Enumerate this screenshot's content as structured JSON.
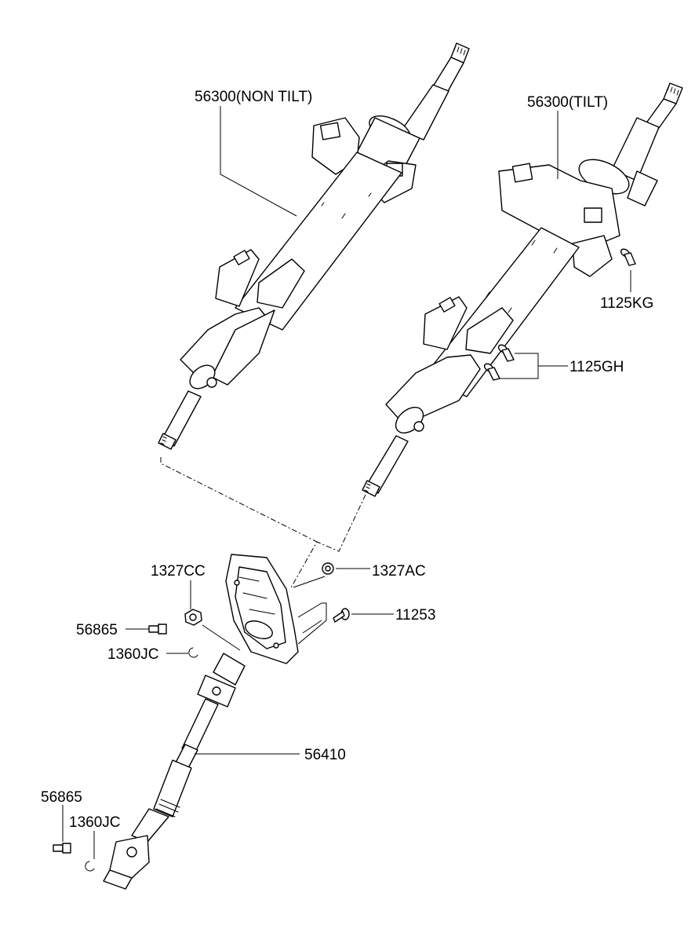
{
  "callouts": {
    "c_56300_non_tilt": "56300(NON TILT)",
    "c_56300_tilt": "56300(TILT)",
    "c_1125kg": "1125KG",
    "c_1125gh": "1125GH",
    "c_1327cc": "1327CC",
    "c_1327ac": "1327AC",
    "c_56865_a": "56865",
    "c_11253": "11253",
    "c_1360jc_a": "1360JC",
    "c_56410": "56410",
    "c_56865_b": "56865",
    "c_1360jc_b": "1360JC"
  },
  "parts": [
    "steering-column-non-tilt",
    "steering-column-tilt",
    "bolt-1125kg",
    "bolts-1125gh",
    "dust-cover-plate",
    "nut-1327cc",
    "nut-1327ac",
    "bolt-11253",
    "bolt-56865",
    "clip-1360jc",
    "intermediate-shaft-56410"
  ]
}
